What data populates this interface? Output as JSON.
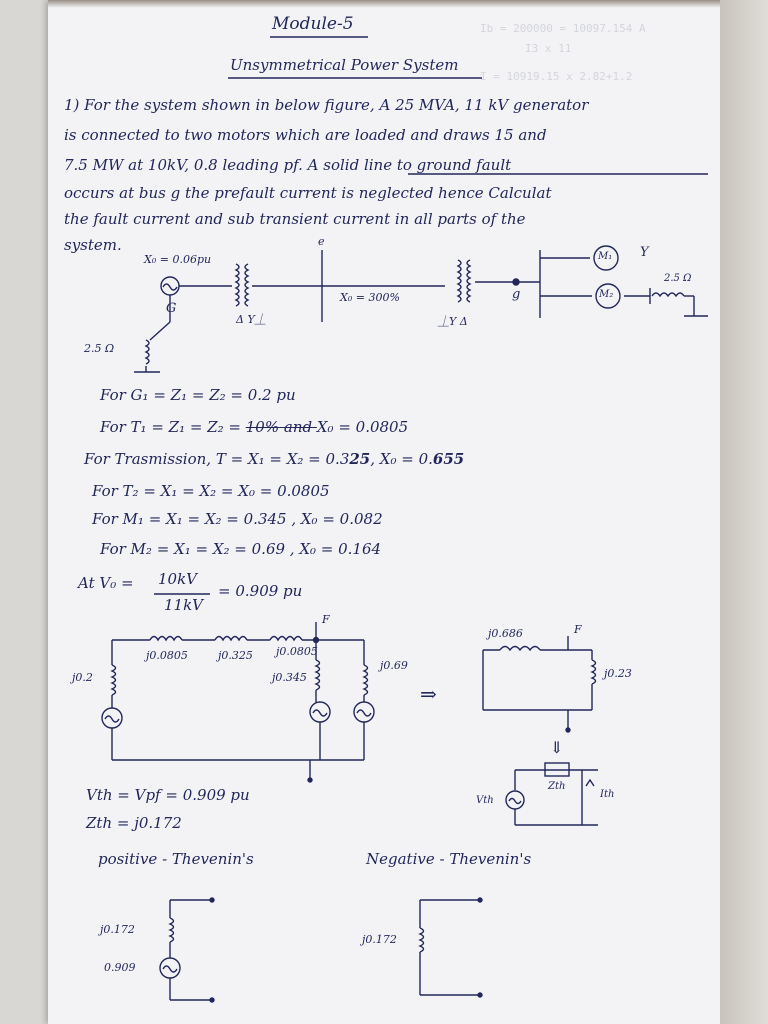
{
  "ghost_text": [
    "Ib = 200000 = 10097.154 A",
    "I3 x 11",
    "I = 10919.15 x 2.82+1.2"
  ],
  "header": {
    "module": "Module-5",
    "subtitle": "Unsymmetrical Power System"
  },
  "problem": {
    "line1": "1) For the system shown in below figure, A 25 MVA, 11 kV generator",
    "line2": "is connected to two motors which are loaded and draws 15 and",
    "line3": "7.5 MW at 10kV, 0.8 leading pf. A solid line to ground fault",
    "line4": "occurs at bus g the prefault current is neglected hence Calculat",
    "line5": "the fault current and sub transient current in all parts of the",
    "line6": "system."
  },
  "figure1": {
    "x0_label": "X₀ = 0.06pu",
    "gen_label": "G",
    "ground_res": "2.5 Ω",
    "t1_conn": "Δ Y⏊",
    "line_label": "X₀ = 300%",
    "t2_conn": "⏊Y Δ",
    "bus_e": "e",
    "bus_g": "g",
    "m1": "M₁",
    "m2": "M₂",
    "y_label": "Y",
    "motor_res": "2.5 Ω"
  },
  "params": {
    "g1": "For G₁ = Z₁ = Z₂ = 0.2 pu",
    "t1_a": "For T₁ = Z₁ = Z₂ = ",
    "t1_strike": "10%",
    "t1_and": " and ",
    "t1_b": "X₀ = 0.0805",
    "tx_a": "For Trasmission, T = X₁ = X₂ = 0.3",
    "tx_b": "25",
    "tx_c": ", X₀ = 0.",
    "tx_d": "655",
    "t2": "For T₂ = X₁ = X₂ = X₀ = 0.0805",
    "m1": "For M₁ = X₁ = X₂ = 0.345 , X₀ = 0.082",
    "m2": "For M₂ = X₁ = X₂ = 0.69 , X₀ = 0.164"
  },
  "voltage": {
    "prefix": "At V₀ =",
    "num": "10kV",
    "den": "11kV",
    "result": "= 0.909 pu"
  },
  "circuit": {
    "gen_x": "j0.2",
    "r1": "j0.0805",
    "r2": "j0.325",
    "r3": "j0.0805",
    "m1_x": "j0.345",
    "m2_x": "j0.69",
    "fault": "F",
    "arrow": "⇒",
    "eq_r": "j0.686",
    "eq_f": "F",
    "eq_x": "j0.23",
    "down_arrow": "⇓",
    "zth_small": "Zth",
    "vth_small": "Vth",
    "ith_small": "Ith"
  },
  "results": {
    "vth": "Vth = Vpf = 0.909 pu",
    "zth": "Zth = j0.172"
  },
  "thevenin": {
    "pos_title": "positive - Thevenin's",
    "neg_title": "Negative - Thevenin's",
    "pos_x": "j0.172",
    "pos_v": "0.909",
    "neg_x": "j0.172"
  }
}
